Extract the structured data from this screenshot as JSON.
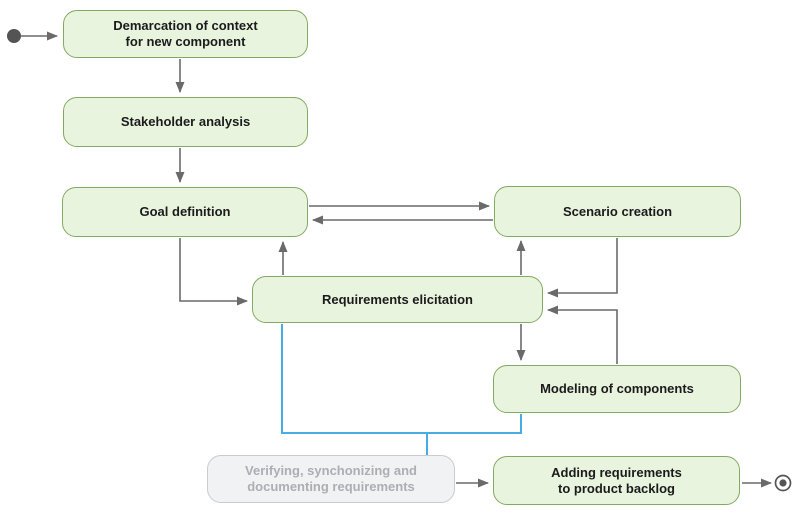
{
  "colors": {
    "background": "#ffffff",
    "node_fill": "#e9f4df",
    "node_border": "#83aa62",
    "node_text": "#1b1b1b",
    "edge_color": "#6a6a6a",
    "join_color": "#45ade3",
    "muted_fill": "#f1f2f4",
    "muted_border": "#c9cbce",
    "muted_text": "#abaeb3",
    "terminal_color": "#545454"
  },
  "nodes": {
    "start": {
      "type": "initial-node"
    },
    "demarcation": {
      "label": "Demarcation of context\nfor new component"
    },
    "stakeholder": {
      "label": "Stakeholder analysis"
    },
    "goal": {
      "label": "Goal definition"
    },
    "scenario": {
      "label": "Scenario creation"
    },
    "elicitation": {
      "label": "Requirements elicitation"
    },
    "modeling": {
      "label": "Modeling of components"
    },
    "verifying": {
      "label": "Verifying, synchonizing and\ndocumenting requirements"
    },
    "backlog": {
      "label": "Adding requirements\nto product backlog"
    },
    "end": {
      "type": "final-node"
    }
  },
  "edges": [
    {
      "from": "start",
      "to": "demarcation"
    },
    {
      "from": "demarcation",
      "to": "stakeholder"
    },
    {
      "from": "stakeholder",
      "to": "goal"
    },
    {
      "from": "goal",
      "to": "scenario"
    },
    {
      "from": "scenario",
      "to": "goal"
    },
    {
      "from": "goal",
      "to": "elicitation"
    },
    {
      "from": "elicitation",
      "to": "goal"
    },
    {
      "from": "elicitation",
      "to": "scenario"
    },
    {
      "from": "scenario",
      "to": "elicitation"
    },
    {
      "from": "modeling",
      "to": "elicitation"
    },
    {
      "from": "elicitation",
      "to": "modeling"
    },
    {
      "from": "elicitation",
      "to": "verifying",
      "style": "join"
    },
    {
      "from": "modeling",
      "to": "verifying",
      "style": "join"
    },
    {
      "from": "verifying",
      "to": "backlog"
    },
    {
      "from": "backlog",
      "to": "end"
    }
  ]
}
